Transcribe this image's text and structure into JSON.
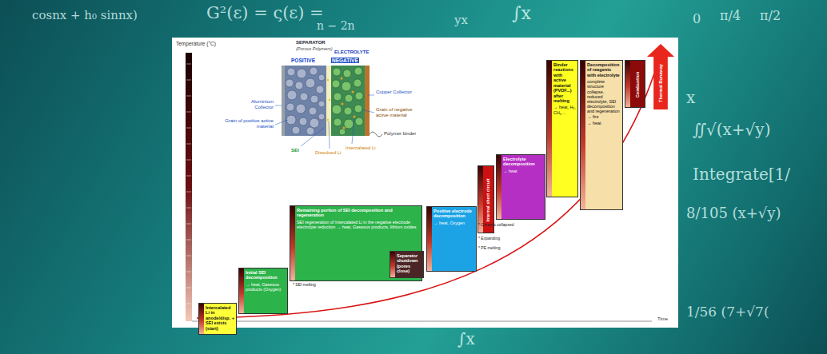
{
  "diagram": {
    "nodes": [
      {
        "text": [
          "Intercalated Li in anode/disp. + SEI exists (start)"
        ]
      },
      {
        "text": [
          "Initial SEI decomposition",
          "→ heat, Gaseous products (Oxygen)"
        ]
      },
      {
        "text": [
          "Remaining portion of SEI decomposition and regeneration",
          "SEI regeneration of Intercalated Li in the negative electrode electrolyte reduction → heat, Gaseous products, lithium oxides"
        ]
      },
      {
        "text": [
          "Separator shutdown (pores close)"
        ]
      },
      {
        "text": [
          "Positive electrode decomposition",
          "→ heat, Oxygen"
        ]
      },
      {
        "text": [
          "Internal short circuit"
        ]
      },
      {
        "text": [
          "Electrolyte decomposition",
          "→ heat"
        ]
      },
      {
        "text": [
          "Binder reactions with active material (PVDF...) after melting",
          "→ heat, H₂, CH₄ ..."
        ]
      },
      {
        "text": [
          "Decomposition of reagents with electrolyte",
          "complete structure collapse, reduced electrolyte, SEI decomposition and regeneration → fire",
          "→ heat"
        ]
      },
      {
        "text": [
          "Combustion"
        ]
      },
      {
        "text": [
          "Thermal Runaway"
        ]
      }
    ],
    "labels": [
      "Temperature (°C)",
      "Time",
      "SEPARATOR",
      "(Porous Polymers)",
      "ELECTROLYTE",
      "POSITIVE",
      "NEGATIVE",
      "Aluminium Collector",
      "Grain of positive active material",
      "Copper Collector",
      "Grain of negative active material",
      "Polymer binder",
      "SEI",
      "Dissolved Li",
      "Intercalated Li",
      "* SEI melting",
      "* Ceramic collapsed",
      "* Expanding",
      "* PE melting",
      "cosnx + h₀ sinnx)",
      "G²(ε) = ς(ε) =",
      "n − 2n",
      "yx",
      "∫x",
      "0",
      "π/4",
      "π/2",
      "x",
      "∬√(x+√y)",
      "Integrate[1/",
      "8/105 (x+√y)",
      "1/56 (7+√7(",
      "∫x"
    ]
  }
}
